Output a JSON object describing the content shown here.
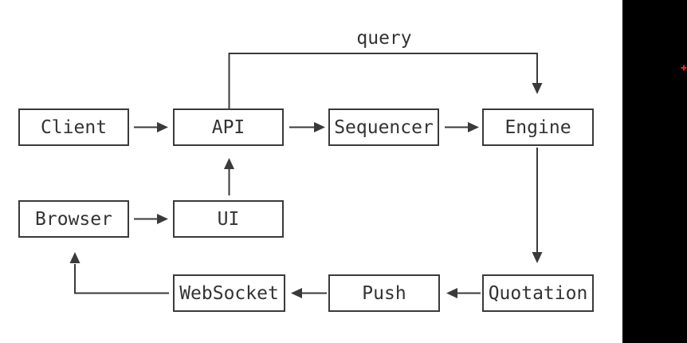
{
  "diagram": {
    "nodes": {
      "client": {
        "label": "Client"
      },
      "api": {
        "label": "API"
      },
      "sequencer": {
        "label": "Sequencer"
      },
      "engine": {
        "label": "Engine"
      },
      "browser": {
        "label": "Browser"
      },
      "ui": {
        "label": "UI"
      },
      "websocket": {
        "label": "WebSocket"
      },
      "push": {
        "label": "Push"
      },
      "quotation": {
        "label": "Quotation"
      }
    },
    "edges": [
      {
        "from": "Client",
        "to": "API",
        "label": ""
      },
      {
        "from": "API",
        "to": "Sequencer",
        "label": ""
      },
      {
        "from": "Sequencer",
        "to": "Engine",
        "label": ""
      },
      {
        "from": "API",
        "to": "Engine",
        "label": "query"
      },
      {
        "from": "UI",
        "to": "API",
        "label": ""
      },
      {
        "from": "Browser",
        "to": "UI",
        "label": ""
      },
      {
        "from": "Engine",
        "to": "Quotation",
        "label": ""
      },
      {
        "from": "Quotation",
        "to": "Push",
        "label": ""
      },
      {
        "from": "Push",
        "to": "WebSocket",
        "label": ""
      },
      {
        "from": "WebSocket",
        "to": "Browser",
        "label": ""
      }
    ],
    "colors": {
      "line": "#3a3a3a",
      "text": "#333333",
      "background": "#ffffff",
      "side_panel": "#000000",
      "marker": "#ee2222"
    }
  }
}
